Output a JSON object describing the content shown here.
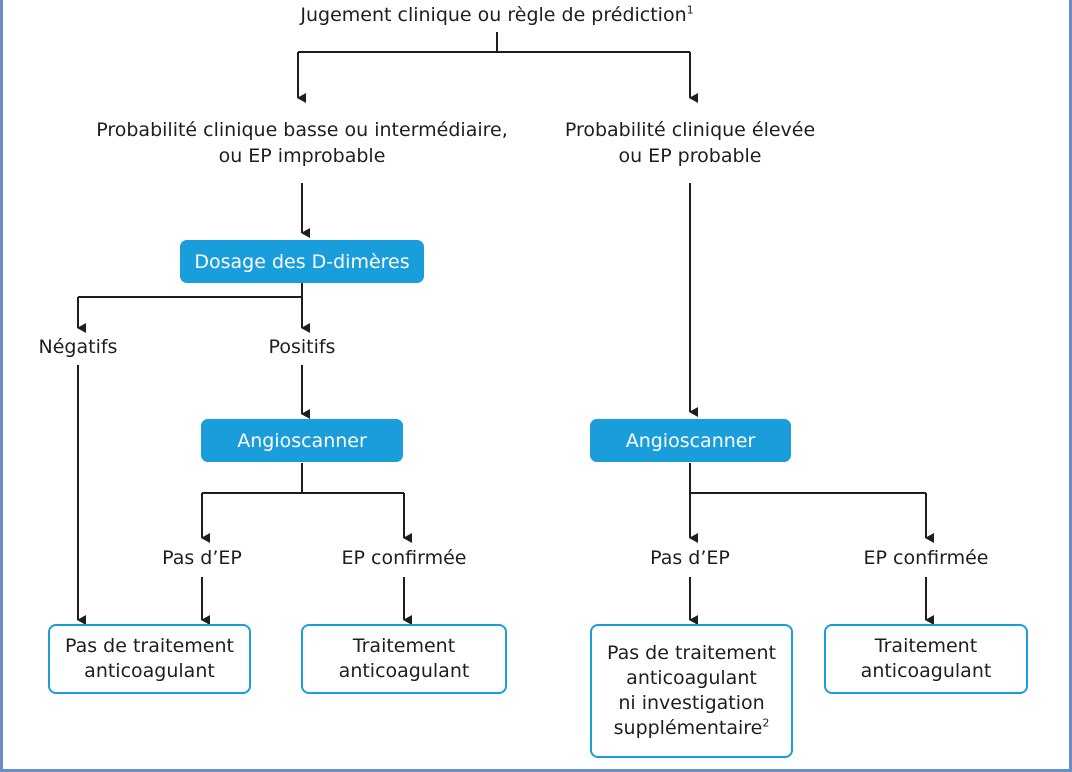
{
  "root": {
    "text": "Jugement clinique ou règle de prédiction",
    "note": "1"
  },
  "left": {
    "probability": {
      "line1": "Probabilité clinique basse ou intermédiaire,",
      "line2": "ou EP improbable"
    },
    "ddimer": "Dosage des D-dimères",
    "negative": "Négatifs",
    "positive": "Positifs",
    "angioscanner": "Angioscanner",
    "no_pe": "Pas d’EP",
    "pe_confirmed": "EP confirmée",
    "no_treatment": {
      "line1": "Pas de traitement",
      "line2": "anticoagulant"
    },
    "treatment": {
      "line1": "Traitement",
      "line2": "anticoagulant"
    }
  },
  "right": {
    "probability": {
      "line1": "Probabilité clinique élevée",
      "line2": "ou EP probable"
    },
    "angioscanner": "Angioscanner",
    "no_pe": "Pas d’EP",
    "pe_confirmed": "EP confirmée",
    "no_treatment": {
      "line1": "Pas de traitement",
      "line2": "anticoagulant",
      "line3": "ni investigation",
      "line4": "supplémentaire",
      "note": "2"
    },
    "treatment": {
      "line1": "Traitement",
      "line2": "anticoagulant"
    }
  },
  "colors": {
    "accent": "#1a9ddb",
    "line": "#1e1e1e",
    "frame": "#6b8fc4"
  }
}
